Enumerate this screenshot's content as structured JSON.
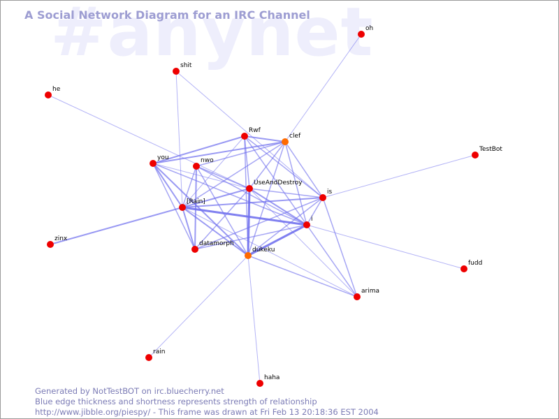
{
  "watermark": "#anynet",
  "title": "A Social Network Diagram for an IRC Channel",
  "footer": {
    "line1": "Generated by NotTestBOT on irc.bluecherry.net",
    "line2": "Blue edge thickness and shortness represents strength of relationship",
    "line3": "http://www.jibble.org/piespy/ - This frame was drawn at Fri Feb 13 20:18:36 EST 2004"
  },
  "colors": {
    "node": "#ee0000",
    "node_recent": "#ff6a00",
    "edge": "#7070ee",
    "title": "#9d9dd2",
    "watermark": "#eeeefc",
    "footer": "#7b7bb5"
  },
  "nodes": [
    {
      "id": "oh",
      "label": "oh",
      "recent": false
    },
    {
      "id": "shit",
      "label": "shit",
      "recent": false
    },
    {
      "id": "he",
      "label": "he",
      "recent": false
    },
    {
      "id": "Rwf",
      "label": "Rwf",
      "recent": false
    },
    {
      "id": "clef",
      "label": "clef",
      "recent": true
    },
    {
      "id": "TestBot",
      "label": "TestBot",
      "recent": false
    },
    {
      "id": "you",
      "label": "you",
      "recent": false
    },
    {
      "id": "nwo",
      "label": "nwo",
      "recent": false
    },
    {
      "id": "UseAndDestroy",
      "label": "UseAndDestroy",
      "recent": false
    },
    {
      "id": "is",
      "label": "is",
      "recent": false
    },
    {
      "id": "Rain",
      "label": "[Rain]",
      "recent": false
    },
    {
      "id": "i",
      "label": "i",
      "recent": false
    },
    {
      "id": "zinx",
      "label": "zinx",
      "recent": false
    },
    {
      "id": "datamorph",
      "label": "datamorph",
      "recent": false
    },
    {
      "id": "dukeku",
      "label": "dukeku",
      "recent": true
    },
    {
      "id": "fudd",
      "label": "fudd",
      "recent": false
    },
    {
      "id": "arima",
      "label": "arima",
      "recent": false
    },
    {
      "id": "rain",
      "label": "rain",
      "recent": false
    },
    {
      "id": "haha",
      "label": "haha",
      "recent": false
    }
  ],
  "edges": [
    {
      "a": "Rain",
      "b": "i",
      "weight": 3
    },
    {
      "a": "UseAndDestroy",
      "b": "dukeku",
      "weight": 3
    },
    {
      "a": "i",
      "b": "dukeku",
      "weight": 3
    },
    {
      "a": "Rain",
      "b": "UseAndDestroy",
      "weight": 2
    },
    {
      "a": "UseAndDestroy",
      "b": "i",
      "weight": 2
    },
    {
      "a": "Rain",
      "b": "dukeku",
      "weight": 2
    },
    {
      "a": "you",
      "b": "clef",
      "weight": 2
    },
    {
      "a": "you",
      "b": "Rwf",
      "weight": 2
    },
    {
      "a": "Rwf",
      "b": "clef",
      "weight": 2
    },
    {
      "a": "Rain",
      "b": "is",
      "weight": 2
    },
    {
      "a": "Rain",
      "b": "zinx",
      "weight": 2
    },
    {
      "a": "you",
      "b": "Rain",
      "weight": 2
    },
    {
      "a": "you",
      "b": "dukeku",
      "weight": 2
    },
    {
      "a": "nwo",
      "b": "datamorph",
      "weight": 2
    },
    {
      "a": "Rain",
      "b": "datamorph",
      "weight": 2
    },
    {
      "a": "datamorph",
      "b": "i",
      "weight": 1.5
    },
    {
      "a": "datamorph",
      "b": "UseAndDestroy",
      "weight": 1.5
    },
    {
      "a": "nwo",
      "b": "UseAndDestroy",
      "weight": 1.5
    },
    {
      "a": "nwo",
      "b": "i",
      "weight": 1.5
    },
    {
      "a": "nwo",
      "b": "Rain",
      "weight": 1.5
    },
    {
      "a": "nwo",
      "b": "clef",
      "weight": 1.5
    },
    {
      "a": "nwo",
      "b": "dukeku",
      "weight": 1.5
    },
    {
      "a": "Rwf",
      "b": "i",
      "weight": 1.5
    },
    {
      "a": "Rwf",
      "b": "is",
      "weight": 1.5
    },
    {
      "a": "Rwf",
      "b": "dukeku",
      "weight": 1.5
    },
    {
      "a": "Rwf",
      "b": "UseAndDestroy",
      "weight": 1.5
    },
    {
      "a": "clef",
      "b": "i",
      "weight": 1.5
    },
    {
      "a": "clef",
      "b": "is",
      "weight": 1.5
    },
    {
      "a": "clef",
      "b": "UseAndDestroy",
      "weight": 1.5
    },
    {
      "a": "clef",
      "b": "dukeku",
      "weight": 1.5
    },
    {
      "a": "clef",
      "b": "Rain",
      "weight": 1.5
    },
    {
      "a": "is",
      "b": "dukeku",
      "weight": 1.5
    },
    {
      "a": "is",
      "b": "UseAndDestroy",
      "weight": 1.5
    },
    {
      "a": "is",
      "b": "i",
      "weight": 1.5
    },
    {
      "a": "is",
      "b": "datamorph",
      "weight": 1.5
    },
    {
      "a": "is",
      "b": "arima",
      "weight": 1.5
    },
    {
      "a": "you",
      "b": "i",
      "weight": 1.5
    },
    {
      "a": "you",
      "b": "datamorph",
      "weight": 1.5
    },
    {
      "a": "you",
      "b": "UseAndDestroy",
      "weight": 1
    },
    {
      "a": "Rain",
      "b": "Rwf",
      "weight": 1
    },
    {
      "a": "i",
      "b": "arima",
      "weight": 1.5
    },
    {
      "a": "dukeku",
      "b": "arima",
      "weight": 1.5
    },
    {
      "a": "UseAndDestroy",
      "b": "arima",
      "weight": 1
    },
    {
      "a": "clef",
      "b": "oh",
      "weight": 1
    },
    {
      "a": "shit",
      "b": "Rain",
      "weight": 1
    },
    {
      "a": "shit",
      "b": "is",
      "weight": 1
    },
    {
      "a": "he",
      "b": "UseAndDestroy",
      "weight": 1
    },
    {
      "a": "is",
      "b": "TestBot",
      "weight": 1
    },
    {
      "a": "i",
      "b": "fudd",
      "weight": 1
    },
    {
      "a": "dukeku",
      "b": "rain",
      "weight": 1
    },
    {
      "a": "dukeku",
      "b": "haha",
      "weight": 1
    },
    {
      "a": "Rain",
      "b": "arima",
      "weight": 1
    }
  ]
}
